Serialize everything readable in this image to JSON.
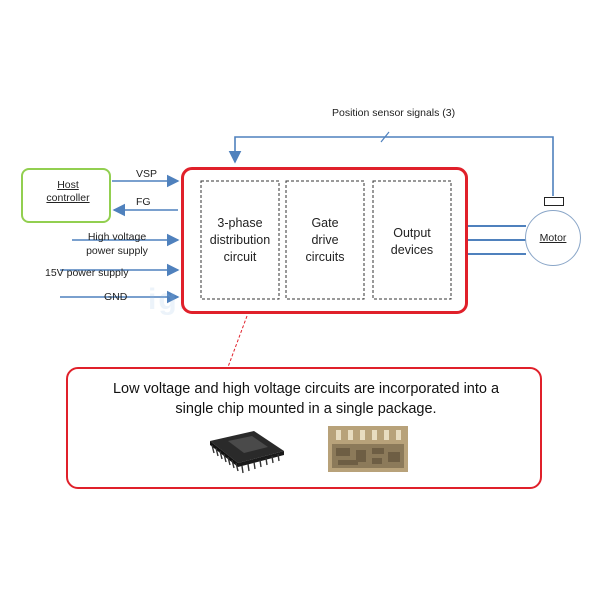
{
  "title": "",
  "host_controller": "Host controller",
  "signals": {
    "vsp": "VSP",
    "fg": "FG",
    "high_voltage_line1": "High voltage",
    "high_voltage_line2": "power supply",
    "power_15v": "15V power supply",
    "gnd": "GND",
    "position_sensor": "Position sensor signals (3)"
  },
  "blocks": {
    "distribution": [
      "3-phase",
      "distribution",
      "circuit"
    ],
    "gate_drive": [
      "Gate",
      "drive",
      "circuits"
    ],
    "output_devices": [
      "Output",
      "devices"
    ]
  },
  "motor": "Motor",
  "note": {
    "line1": "Low voltage and high voltage circuits are incorporated into a",
    "line2": "single chip mounted in a single package."
  },
  "watermark": "igbtmodules.com",
  "colors": {
    "signal_blue": "#4f81bd",
    "frame_red": "#e0202a",
    "host_green": "#92cf50"
  }
}
